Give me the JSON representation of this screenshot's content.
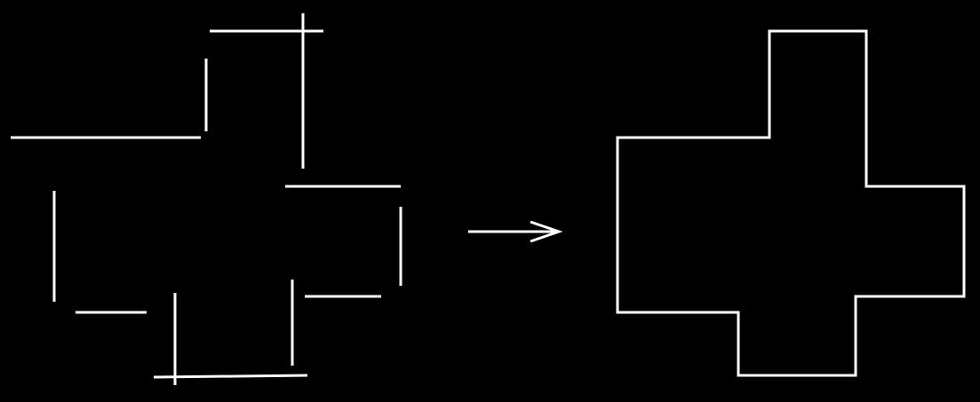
{
  "colors": {
    "background": "#000000",
    "stroke": "#ffffff"
  },
  "panels": {
    "left": {
      "content": "scattered-line-segments"
    },
    "right": {
      "content": "closed-cross-polygon"
    }
  },
  "arrow": {
    "icon": "arrow-right-icon",
    "direction": "right"
  }
}
